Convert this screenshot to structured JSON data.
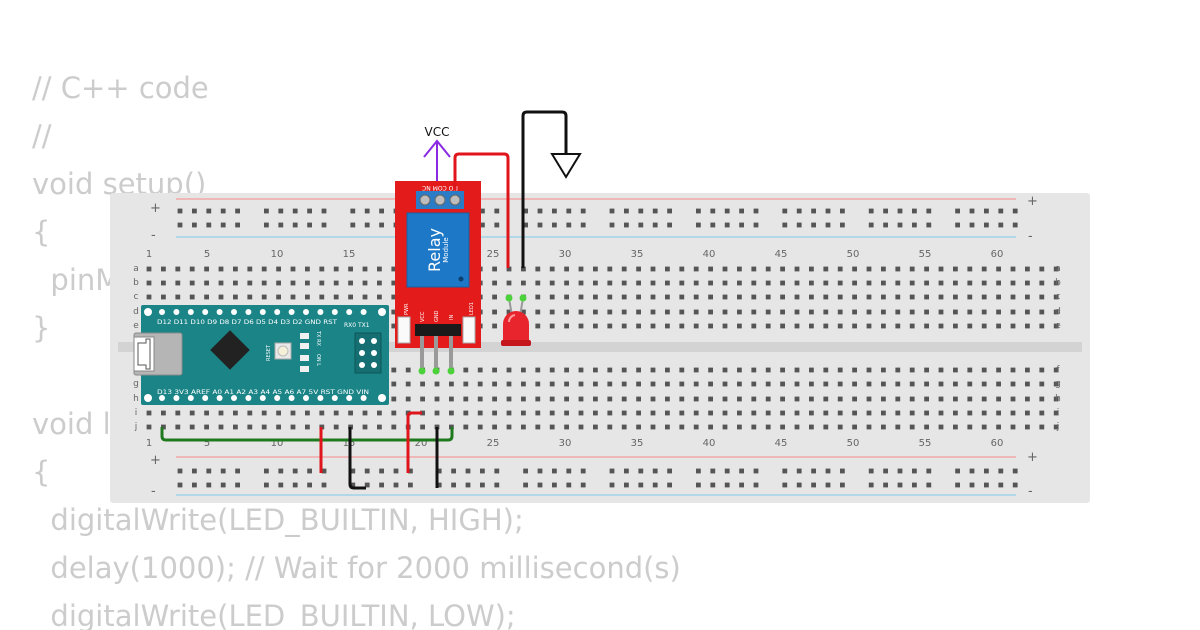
{
  "code_lines": [
    "// C++ code",
    "//",
    "void setup()",
    "{",
    "  pinMode(LED_BUILTIN, OUTPUT);",
    "}",
    "",
    "void loop()",
    "{",
    "  digitalWrite(LED_BUILTIN, HIGH);",
    "  delay(1000); // Wait for 2000 millisecond(s)",
    "  digitalWrite(LED_BUILTIN, LOW);"
  ],
  "breadboard": {
    "column_numbers": [
      "1",
      "5",
      "10",
      "15",
      "20",
      "25",
      "30",
      "35",
      "40",
      "45",
      "50",
      "55",
      "60"
    ],
    "row_letters_top": [
      "a",
      "b",
      "c",
      "d",
      "e"
    ],
    "row_letters_bottom": [
      "f",
      "g",
      "h",
      "i",
      "j"
    ],
    "rail_plus": "+",
    "rail_minus": "-"
  },
  "relay": {
    "title": "Relay",
    "subtitle": "Module",
    "pins_top": "NO COM NC",
    "pin_pwr": "PWR",
    "pin_vcc": "VCC",
    "pin_gnd": "GND",
    "pin_in": "IN",
    "pin_led": "LED1"
  },
  "arduino": {
    "pins_top": "D12 D11 D10  D9  D8  D7  D6  D5  D4  D3  D2  GND RST",
    "pins_bottom": "D13 3V3 AREF A0  A1  A2  A3  A4  A5  A6  A7  5V  RST GND VIN",
    "rx_tx": "RX0 TX1",
    "tx_rx_leds": "TX RX",
    "on_l": "ON  L",
    "reset": "RESET"
  },
  "power_label": "VCC",
  "colors": {
    "breadboard": "#e6e6e6",
    "relay_body": "#e31b1b",
    "relay_cube": "#1e78c8",
    "arduino_pcb": "#1a8487",
    "wire_red": "#e0151b",
    "wire_black": "#111111",
    "wire_green": "#1f7a1f",
    "power_symbol": "#8a2be2",
    "led_red": "#e8242c"
  }
}
